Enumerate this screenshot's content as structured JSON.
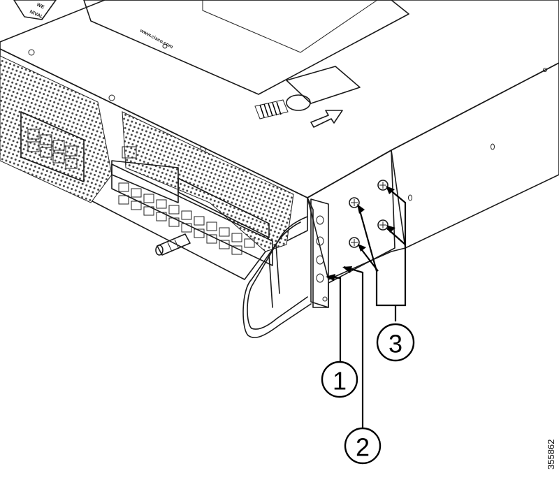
{
  "label_text": {
    "top_left_label": "WE",
    "top_left_label2": "NIVAL",
    "chassis_url": "www.cisco.com",
    "figure_id": "355862"
  },
  "callouts": [
    {
      "number": "1"
    },
    {
      "number": "2"
    },
    {
      "number": "3"
    }
  ]
}
